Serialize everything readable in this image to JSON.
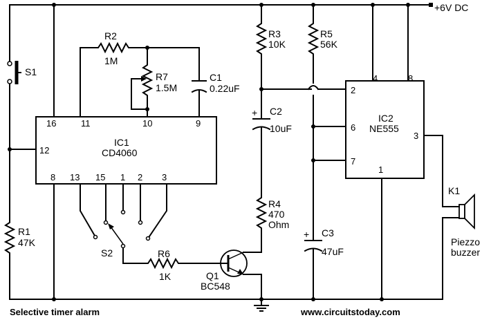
{
  "supply": "+6V DC",
  "title": "Selective timer alarm",
  "website": "www.circuitstoday.com",
  "ic1": {
    "name": "IC1",
    "part": "CD4060",
    "pins": {
      "p16": "16",
      "p11": "11",
      "p10": "10",
      "p9": "9",
      "p12": "12",
      "p8": "8",
      "p13": "13",
      "p15": "15",
      "p1": "1",
      "p2": "2",
      "p3": "3"
    }
  },
  "ic2": {
    "name": "IC2",
    "part": "NE555",
    "pins": {
      "p4": "4",
      "p8": "8",
      "p2": "2",
      "p6": "6",
      "p7": "7",
      "p3": "3",
      "p1": "1"
    }
  },
  "components": {
    "s1": {
      "ref": "S1"
    },
    "s2": {
      "ref": "S2"
    },
    "r1": {
      "ref": "R1",
      "value": "47K"
    },
    "r2": {
      "ref": "R2",
      "value": "1M"
    },
    "r3": {
      "ref": "R3",
      "value": "10K"
    },
    "r4": {
      "ref": "R4",
      "value": "470",
      "value2": "Ohm"
    },
    "r5": {
      "ref": "R5",
      "value": "56K"
    },
    "r6": {
      "ref": "R6",
      "value": "1K"
    },
    "r7": {
      "ref": "R7",
      "value": "1.5M"
    },
    "c1": {
      "ref": "C1",
      "value": "0.22uF"
    },
    "c2": {
      "ref": "C2",
      "value": "10uF"
    },
    "c3": {
      "ref": "C3",
      "value": "47uF"
    },
    "q1": {
      "ref": "Q1",
      "value": "BC548"
    },
    "k1": {
      "ref": "K1",
      "value": "Piezzo",
      "value2": "buzzer"
    }
  },
  "polarity_mark": "+"
}
